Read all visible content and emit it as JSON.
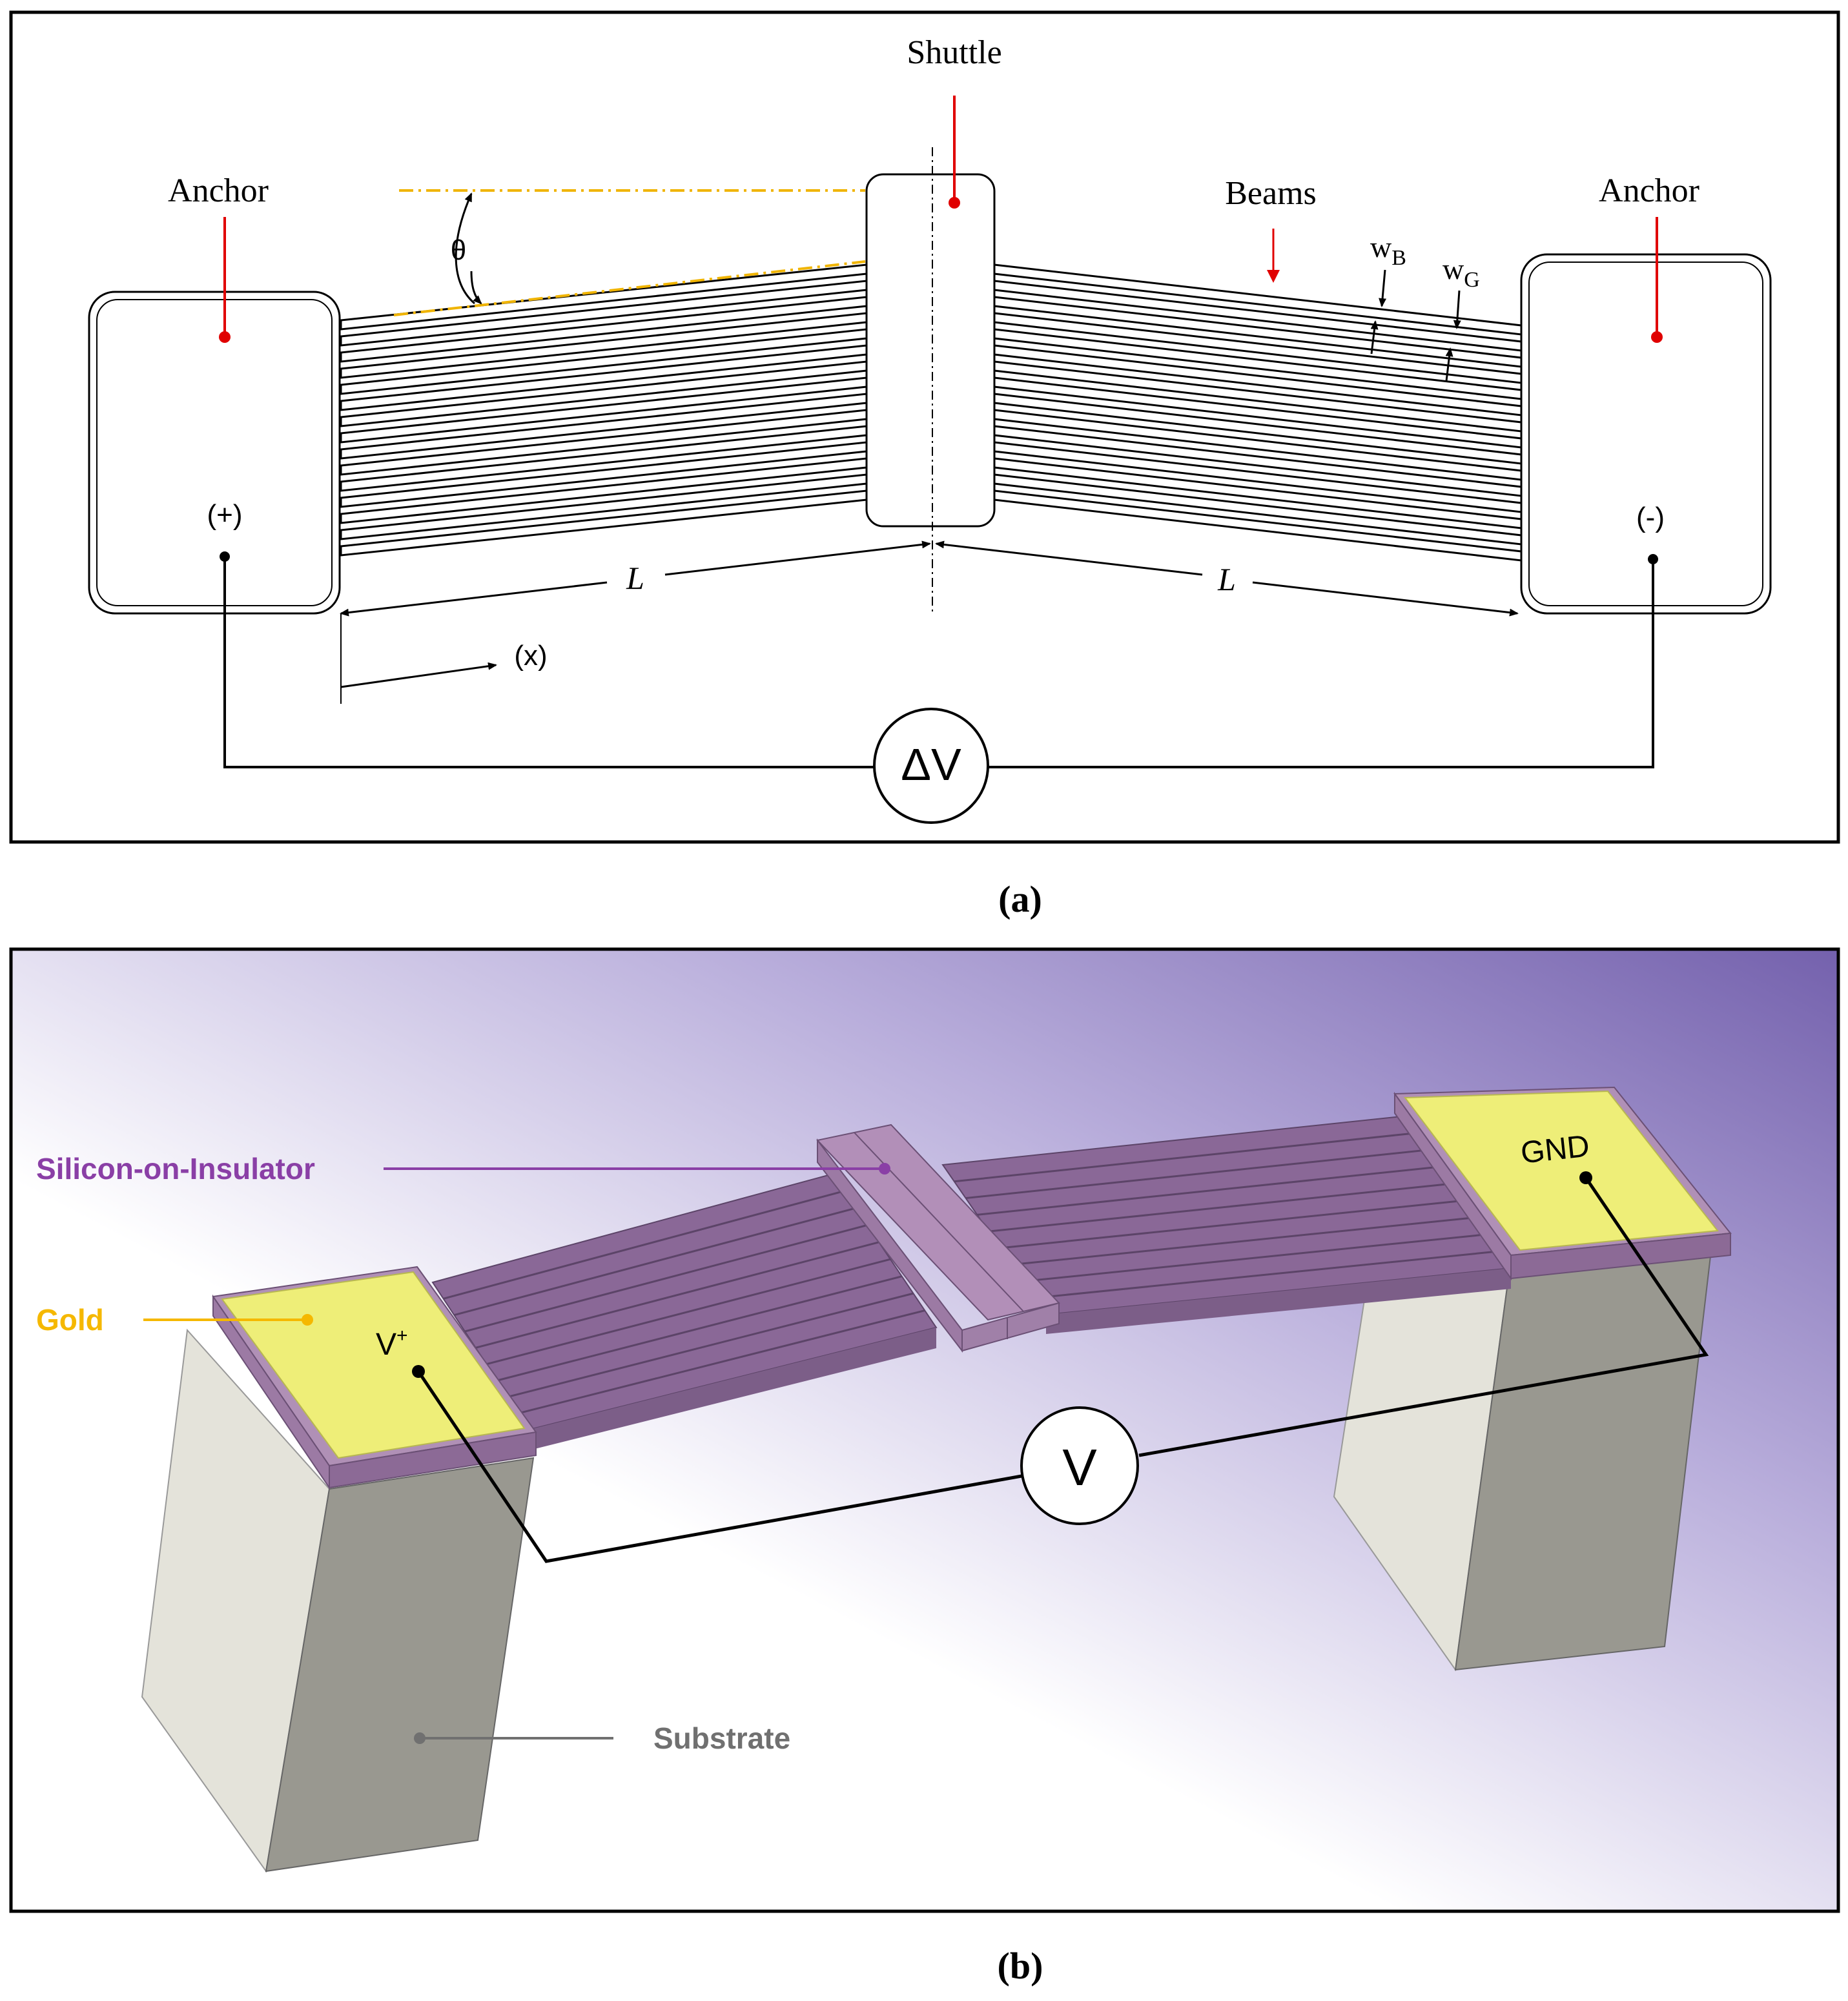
{
  "panel_a": {
    "shuttle_label": "Shuttle",
    "anchor_left_label": "Anchor",
    "anchor_right_label": "Anchor",
    "beams_label": "Beams",
    "theta_label": "θ",
    "wb_label": "w",
    "wb_sub": "B",
    "wg_label": "w",
    "wg_sub": "G",
    "plus_label": "(+)",
    "minus_label": "(-)",
    "length_left_label": "L",
    "length_right_label": "L",
    "x_axis_label": "(x)",
    "voltage_label": "ΔV",
    "caption": "(a)",
    "colors": {
      "callout_red": "#e00000",
      "guide_yellow": "#f0b400",
      "line": "#000000"
    }
  },
  "panel_b": {
    "soi_label": "Silicon-on-Insulator",
    "gold_label": "Gold",
    "substrate_label": "Substrate",
    "vplus_label": "V",
    "vplus_sup": "+",
    "gnd_label": "GND",
    "voltage_label": "V",
    "caption": "(b)",
    "colors": {
      "soi_purple": "#8a3fa6",
      "gold_label": "#f5b800",
      "gold_pad": "#eeee78",
      "substrate_label": "#707070",
      "beam_purple": "#a07aa8",
      "background_gradient_end": "#7461ad"
    }
  }
}
